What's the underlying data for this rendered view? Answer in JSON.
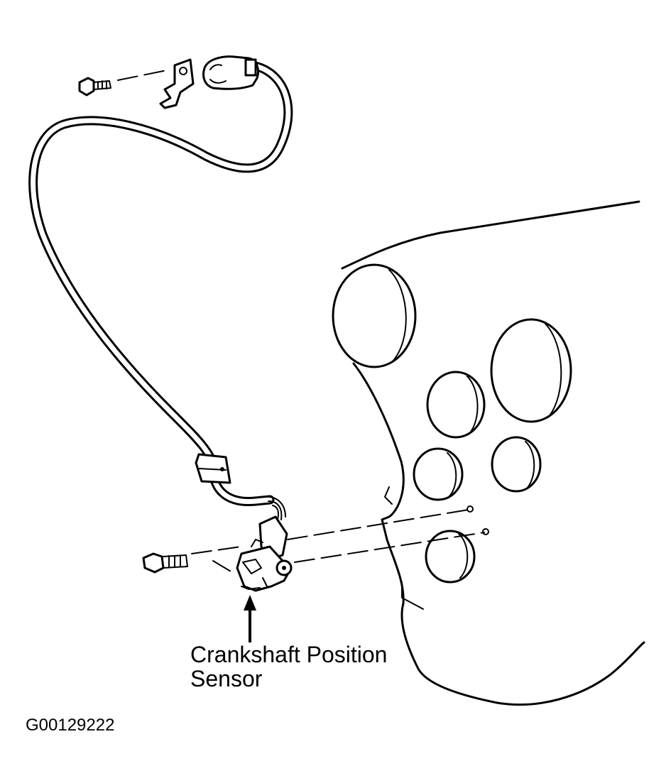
{
  "callout": {
    "line1": "Crankshaft Position",
    "line2": "Sensor"
  },
  "figure_id": "G00129222",
  "colors": {
    "ink": "#000000",
    "background": "#ffffff"
  }
}
